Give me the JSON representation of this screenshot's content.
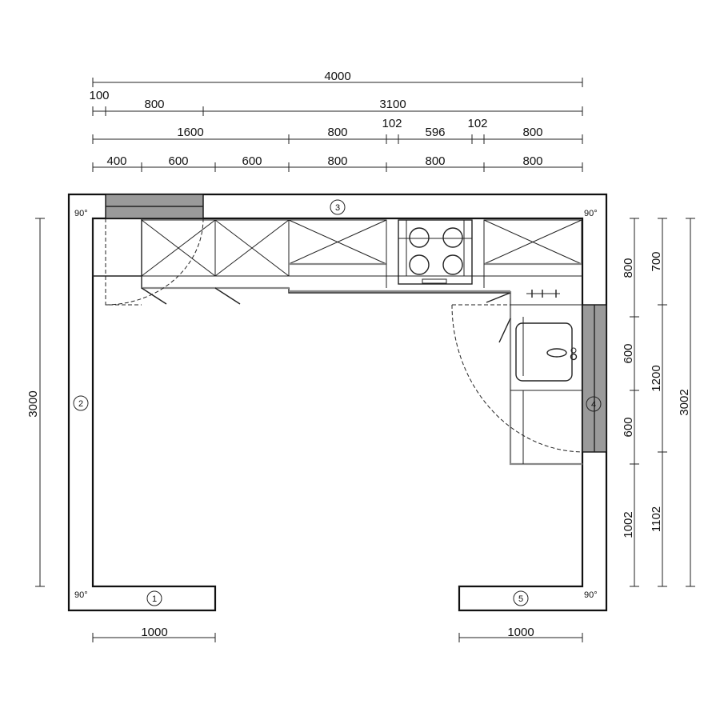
{
  "dimensions": {
    "row1": [
      "4000"
    ],
    "row2": [
      "100",
      "800",
      "3100"
    ],
    "row3": [
      "1600",
      "800",
      "102",
      "596",
      "102",
      "800"
    ],
    "row4": [
      "400",
      "600",
      "600",
      "800",
      "800",
      "800"
    ],
    "left_height": "3000",
    "bottom_left": "1000",
    "bottom_right": "1000",
    "right_inner": [
      "800",
      "600",
      "600",
      "1002"
    ],
    "right_mid": [
      "700",
      "1200",
      "1102"
    ],
    "right_outer": "3002"
  },
  "walls": [
    "1",
    "2",
    "3",
    "4",
    "5"
  ],
  "angles": {
    "top_left": "90°",
    "top_right": "90°",
    "bottom_left": "90°",
    "bottom_right": "90°"
  }
}
